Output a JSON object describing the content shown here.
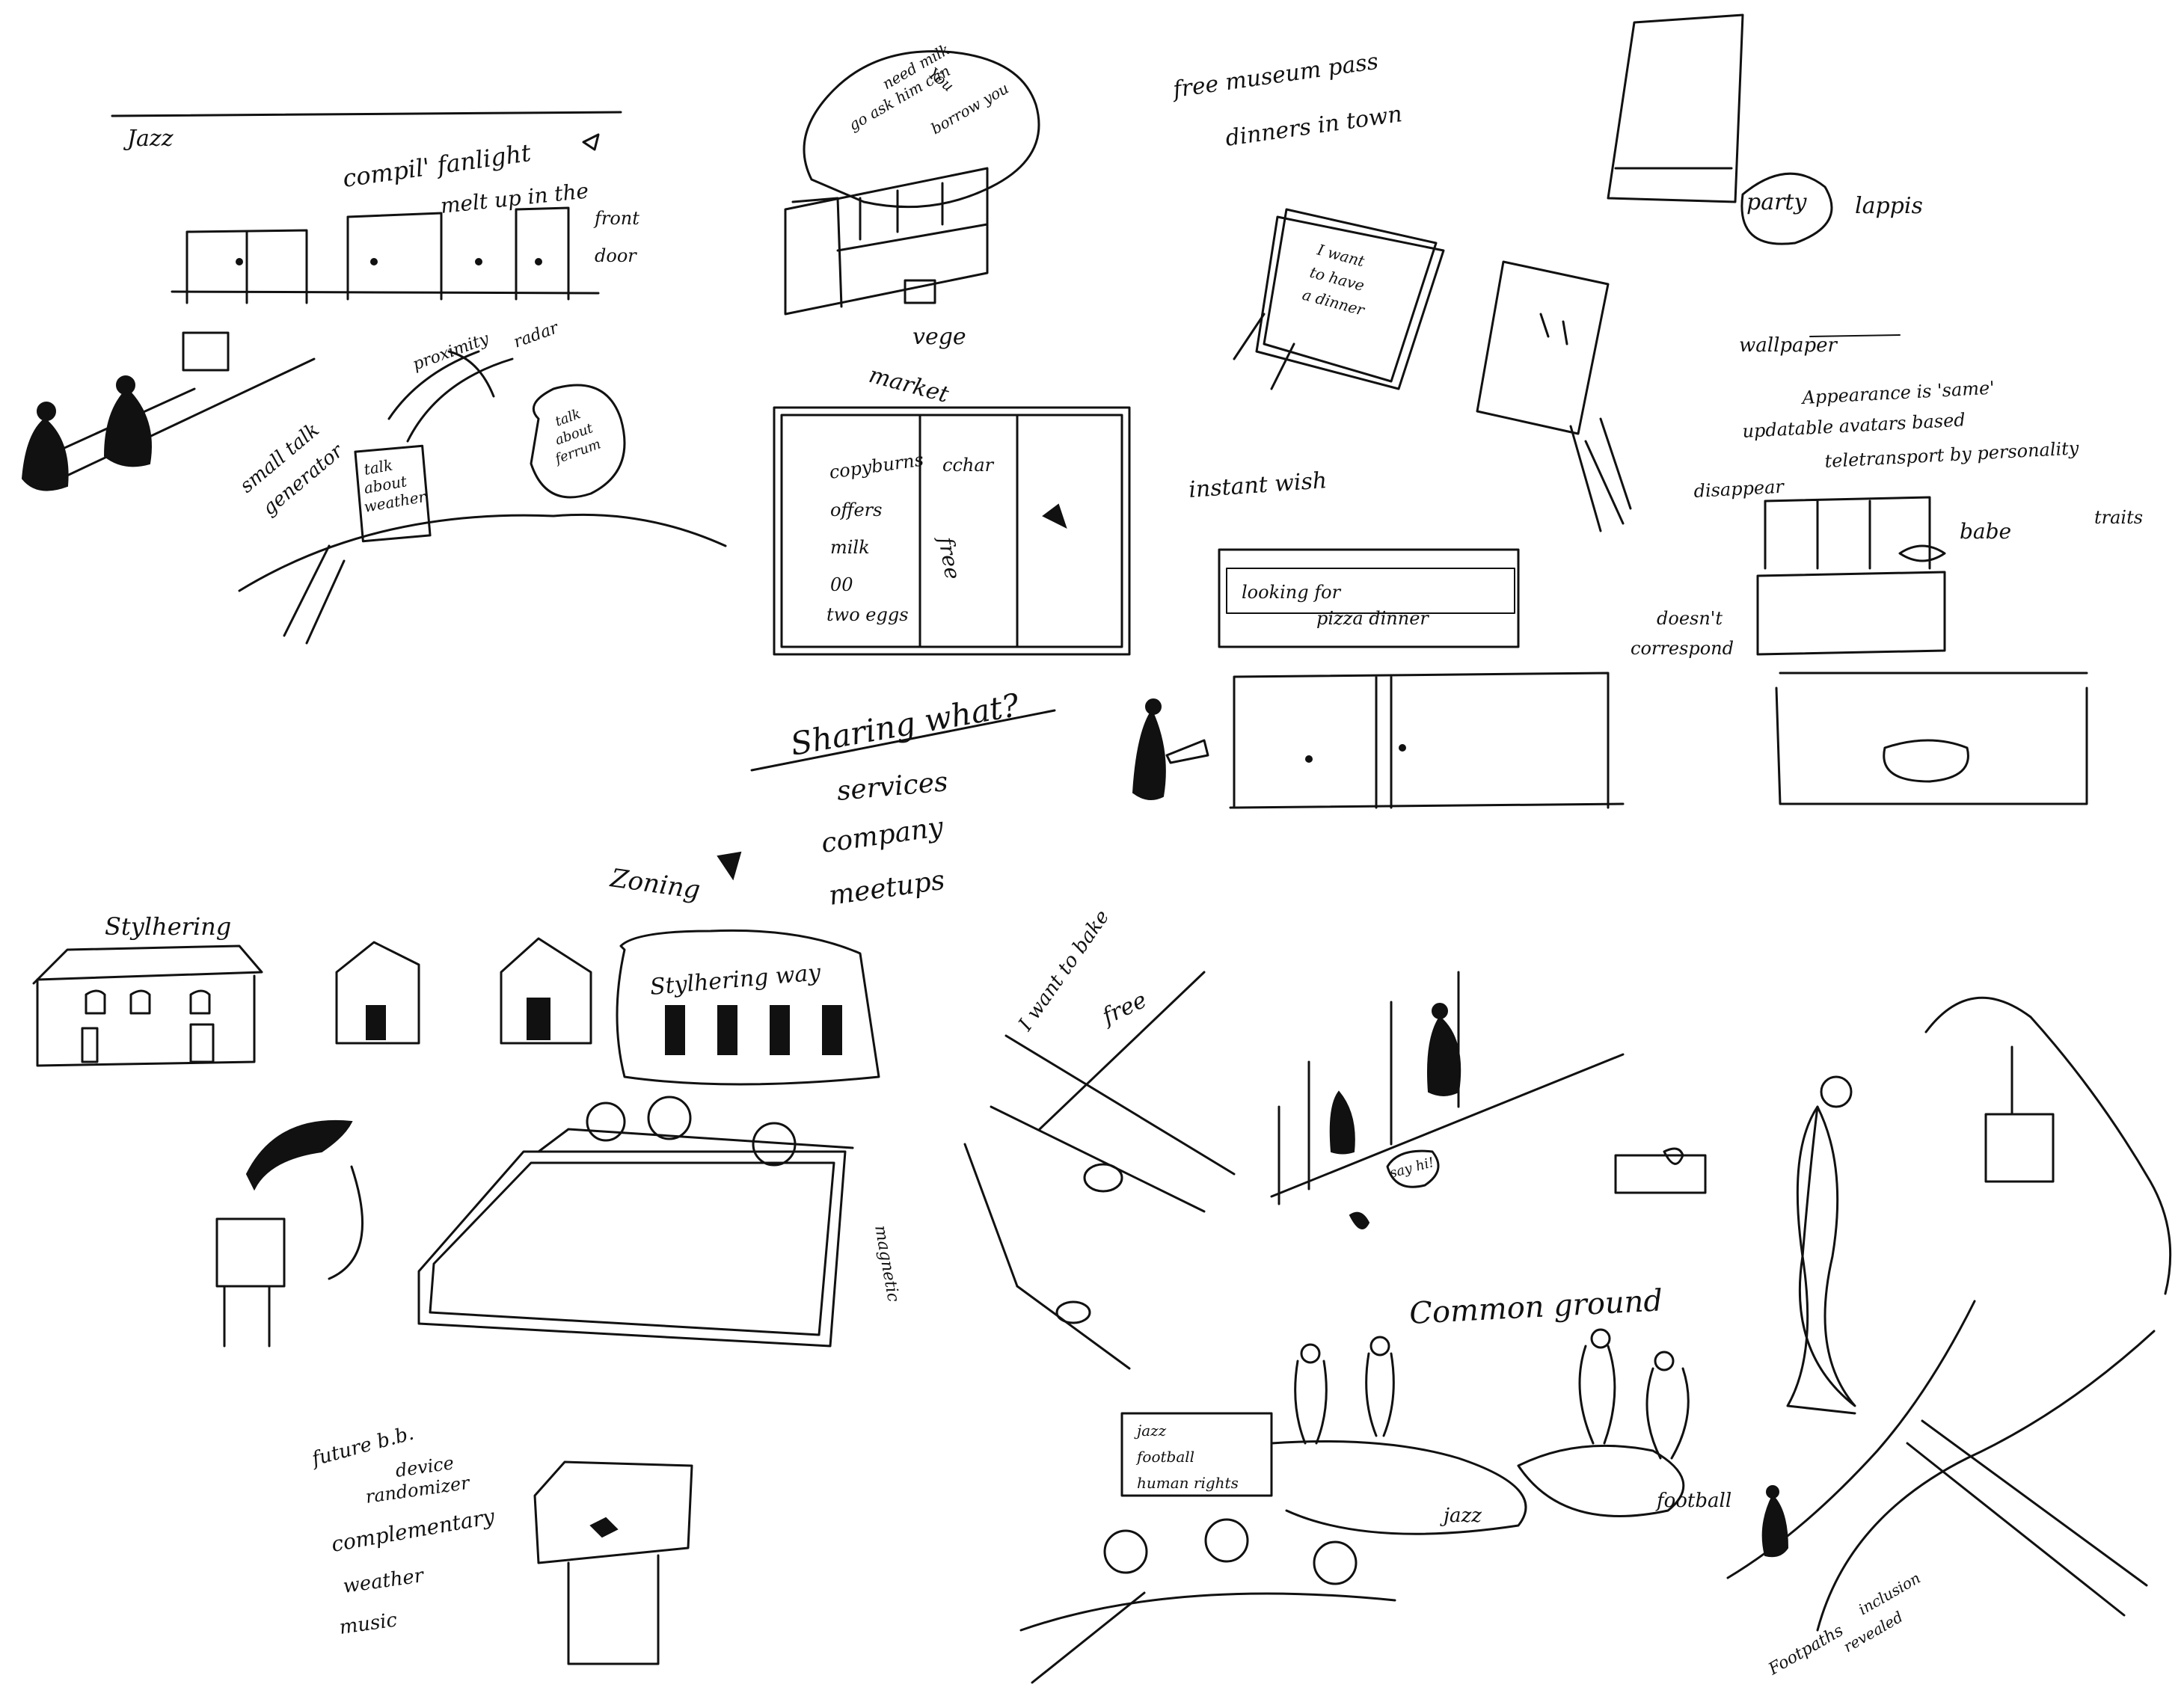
{
  "labels": {
    "jazz": "Jazz",
    "compiled_fanlight": "compil' fanlight",
    "melt_up": "melt up in the",
    "front": "front",
    "door": "door",
    "small_talk_generator_1": "small talk",
    "small_talk_generator_2": "generator",
    "proximity": "proximity",
    "radar": "radar",
    "talk_about_weather_1": "talk",
    "talk_about_weather_2": "about",
    "talk_about_weather_3": "weather",
    "talk_about_ferrum_1": "talk",
    "talk_about_ferrum_2": "about",
    "talk_about_ferrum_3": "ferrum",
    "speech_bubble_1": "You",
    "speech_bubble_2": "need milk",
    "speech_bubble_3": "go ask him can",
    "speech_bubble_4": "borrow you",
    "vege": "vege",
    "market": "market",
    "board_col1_1": "copyburns",
    "board_col1_2": "offers",
    "board_col1_3": "milk",
    "board_col1_4": "00",
    "board_col1_5": "two eggs",
    "board_col2_1": "cchar",
    "board_col2_2": "free",
    "sharing_what": "Sharing what?",
    "services": "services",
    "company": "company",
    "meetups": "meetups",
    "free_museum_pass_1": "free museum pass",
    "free_museum_pass_2": "dinners in town",
    "tablet_text_1": "I want",
    "tablet_text_2": "to have",
    "tablet_text_3": "a dinner",
    "party": "party",
    "lappis": "lappis",
    "instant_wish": "instant   wish",
    "looking_for": "looking for",
    "pizza_dinner": "pizza dinner",
    "wallpaper": "wallpaper",
    "right_list_1": "Appearance is 'same'",
    "right_list_2": "updatable avatars based",
    "right_list_3": "teletransport    by personality",
    "right_list_4": "disappear",
    "right_list_5": "traits",
    "babe": "babe",
    "doesnt_correspond_1": "doesn't",
    "doesnt_correspond_2": "correspond",
    "zoning": "Zoning",
    "stylhering_1": "Stylhering",
    "stylhering_way": "Stylhering way",
    "magnetic": "magnetic",
    "future_list_1": "future b.b.",
    "future_list_2": "device",
    "future_list_3": "randomizer",
    "future_list_4": "complementary",
    "future_list_5": "weather",
    "future_list_6": "music",
    "i_want_to_bake": "I want to bake",
    "free_2": "free",
    "say_hi": "say hi!",
    "common_ground": "Common ground",
    "screen_1": "jazz",
    "screen_2": "football",
    "screen_3": "human rights",
    "jazz_2": "jazz",
    "football": "football",
    "footpath_1": "Footpaths",
    "footpath_2": "inclusion",
    "footpath_3": "revealed"
  }
}
